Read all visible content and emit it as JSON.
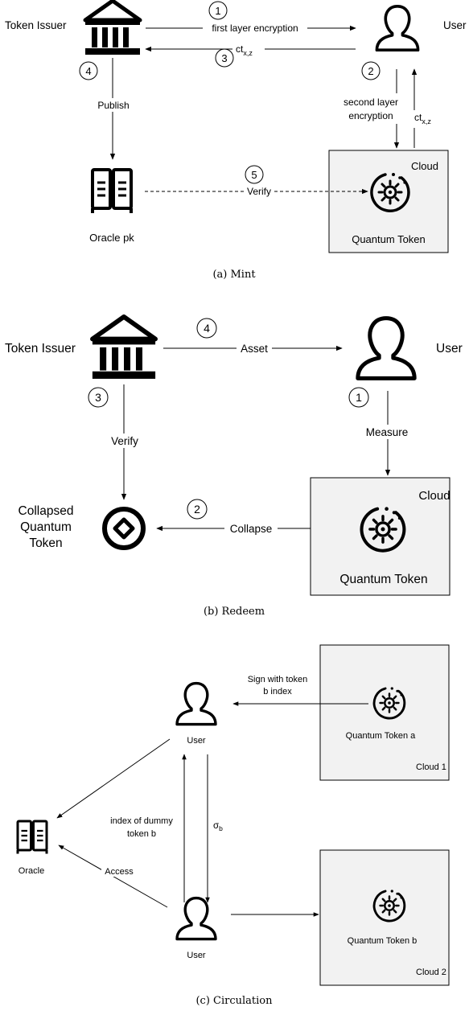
{
  "panel_a": {
    "caption": "(a) Mint",
    "token_issuer": "Token Issuer",
    "user": "User",
    "step1": "1",
    "step2": "2",
    "step3": "3",
    "step4": "4",
    "step5": "5",
    "first_layer": "first layer encryption",
    "ct_main": "ct",
    "ct_sub": "x,z",
    "publish": "Publish",
    "second_layer_1": "second layer",
    "second_layer_2": "encryption",
    "oracle_pk": "Oracle pk",
    "verify": "Verify",
    "cloud": "Cloud",
    "quantum_token": "Quantum Token"
  },
  "panel_b": {
    "caption": "(b) Redeem",
    "token_issuer": "Token Issuer",
    "user": "User",
    "step1": "1",
    "step2": "2",
    "step3": "3",
    "step4": "4",
    "asset": "Asset",
    "measure": "Measure",
    "verify": "Verify",
    "collapse": "Collapse",
    "cloud": "Cloud",
    "quantum_token": "Quantum Token",
    "collapsed_1": "Collapsed",
    "collapsed_2": "Quantum",
    "collapsed_3": "Token"
  },
  "panel_c": {
    "caption": "(c) Circulation",
    "sign_1": "Sign with token",
    "sign_2": "b index",
    "user_top": "User",
    "user_bottom": "User",
    "quantum_token_a": "Quantum Token a",
    "cloud1": "Cloud 1",
    "quantum_token_b": "Quantum Token b",
    "cloud2": "Cloud 2",
    "index_1": "index of dummy",
    "index_2": "token b",
    "sigma_main": "σ",
    "sigma_sub": "b",
    "oracle": "Oracle",
    "access": "Access"
  }
}
